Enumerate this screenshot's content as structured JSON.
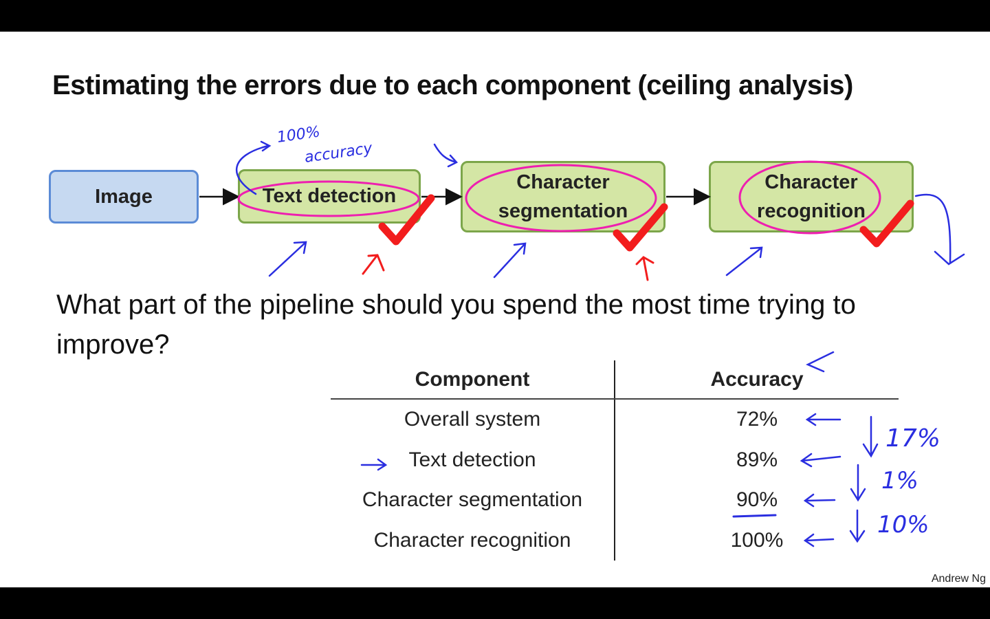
{
  "title": "Estimating the errors due to each component (ceiling analysis)",
  "pipeline": {
    "image": "Image",
    "text_detection": "Text detection",
    "char_seg_line1": "Character",
    "char_seg_line2": "segmentation",
    "char_rec_line1": "Character",
    "char_rec_line2": "recognition"
  },
  "question": "What part of the pipeline should you spend the most time trying to improve?",
  "table": {
    "headers": [
      "Component",
      "Accuracy"
    ],
    "rows": [
      {
        "component": "Overall system",
        "accuracy": "72%"
      },
      {
        "component": "Text detection",
        "accuracy": "89%"
      },
      {
        "component": "Character segmentation",
        "accuracy": "90%"
      },
      {
        "component": "Character recognition",
        "accuracy": "100%"
      }
    ]
  },
  "annotations": {
    "note_top_line1": "100%",
    "note_top_line2": "accuracy",
    "diff_1": "17%",
    "diff_2": "1%",
    "diff_3": "10%"
  },
  "author": "Andrew Ng",
  "colors": {
    "image_fill": "#c6d9f1",
    "image_border": "#5b8bd6",
    "component_fill": "#d4e6a5",
    "component_border": "#7ca64a",
    "ink_blue": "#2a2ee0",
    "ink_magenta": "#ee1fb0",
    "ink_red": "#f21d1d"
  }
}
